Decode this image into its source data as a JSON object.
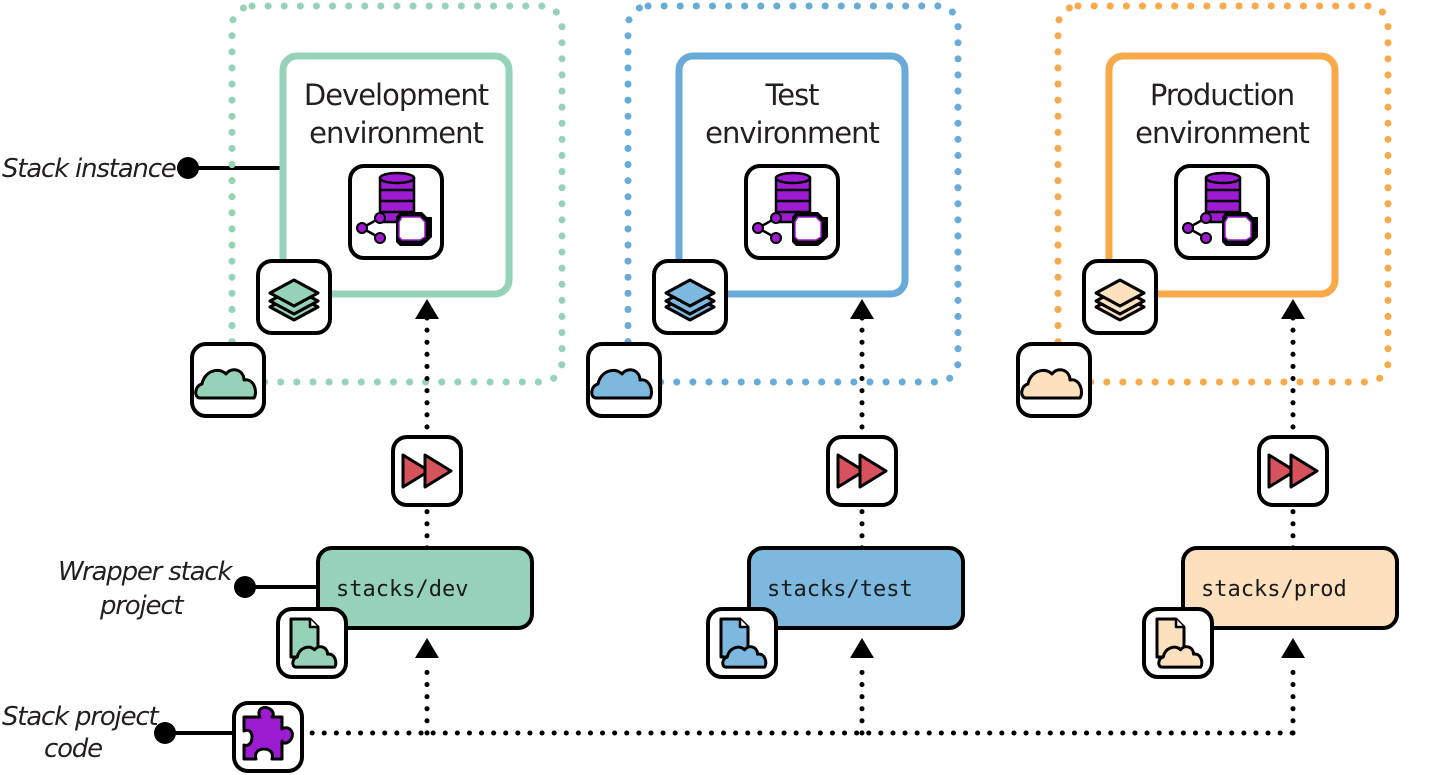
{
  "labels": {
    "stack_instance": "Stack instance",
    "wrapper_stack_project": [
      "Wrapper stack",
      "project"
    ],
    "stack_project_code": [
      "Stack project",
      "code"
    ]
  },
  "environments": [
    {
      "id": "dev",
      "title": [
        "Development",
        "environment"
      ],
      "wrapper": "stacks/dev",
      "color": "#96d2b8",
      "fill": "#96d2b8",
      "icons": [
        "database-compute-icon",
        "layers-icon",
        "cloud-icon",
        "fast-forward-icon",
        "file-cloud-icon"
      ]
    },
    {
      "id": "test",
      "title": [
        "Test",
        "environment"
      ],
      "wrapper": "stacks/test",
      "color": "#68abd8",
      "fill": "#7db8df",
      "icons": [
        "database-compute-icon",
        "layers-icon",
        "cloud-icon",
        "fast-forward-icon",
        "file-cloud-icon"
      ]
    },
    {
      "id": "prod",
      "title": [
        "Production",
        "environment"
      ],
      "wrapper": "stacks/prod",
      "color": "#f8a94a",
      "fill": "#fde0bd",
      "icons": [
        "database-compute-icon",
        "layers-icon",
        "cloud-icon",
        "fast-forward-icon",
        "file-cloud-icon"
      ]
    }
  ],
  "colors": {
    "purple": "#9d1bd0",
    "arrow_red": "#d6535e",
    "ink": "#000000"
  },
  "source_icon": "puzzle-piece-icon"
}
